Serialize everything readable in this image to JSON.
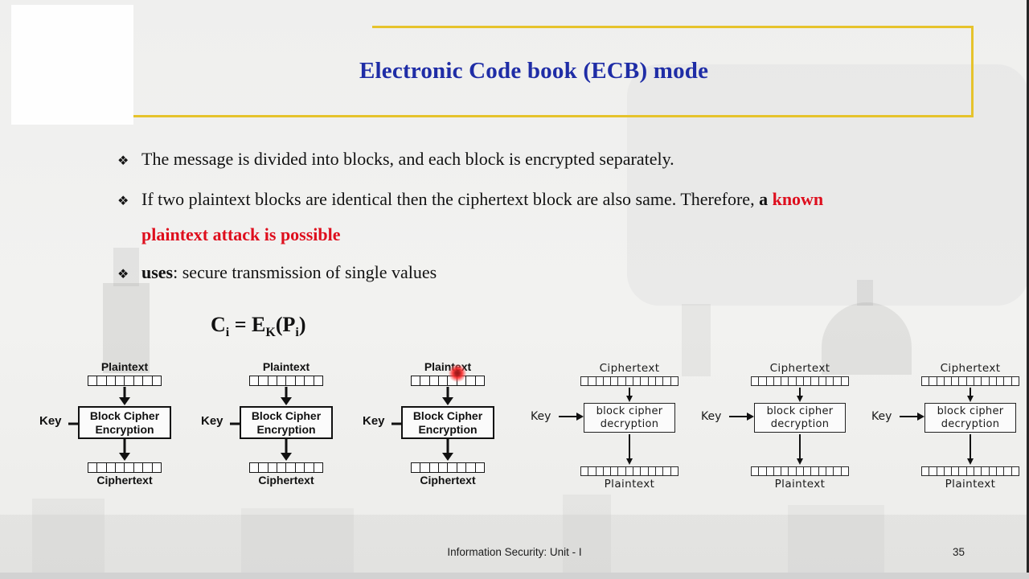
{
  "slide": {
    "title": "Electronic Code book (ECB) mode",
    "bullet1": {
      "marker": "❖",
      "text": "The message is divided into blocks, and each block is encrypted separately."
    },
    "bullet2": {
      "marker": "❖",
      "text_normal": "If two plaintext blocks are identical then the ciphertext block are also same. Therefore, ",
      "text_bold_black": "a ",
      "text_bold_red": "known",
      "line2_bold_red": "plaintext attack is possible"
    },
    "bullet3": {
      "marker": "❖",
      "bold": "uses",
      "rest": ": secure transmission of single values"
    },
    "formula": {
      "p1": "C",
      "s1": "i",
      "p2": " = E",
      "s2": "K",
      "p3": "(P",
      "s3": "i",
      "p4": ")"
    }
  },
  "diagrams": {
    "encryption": {
      "top_label": "Plaintext",
      "key_label": "Key",
      "box_line1": "Block Cipher",
      "box_line2": "Encryption",
      "bottom_label": "Ciphertext",
      "cells": 8,
      "instances": 3
    },
    "decryption": {
      "top_label": "Ciphertext",
      "key_label": "Key",
      "box_line1": "block cipher",
      "box_line2": "decryption",
      "bottom_label": "Plaintext",
      "cells": 13,
      "instances": 3
    }
  },
  "footer": {
    "course": "Information Security: Unit - I",
    "page": "35"
  },
  "colors": {
    "title_blue": "#1f2da6",
    "accent_gold": "#e6c32c",
    "alert_red": "#de0e1d",
    "laser_dot_red": "#d41414"
  }
}
